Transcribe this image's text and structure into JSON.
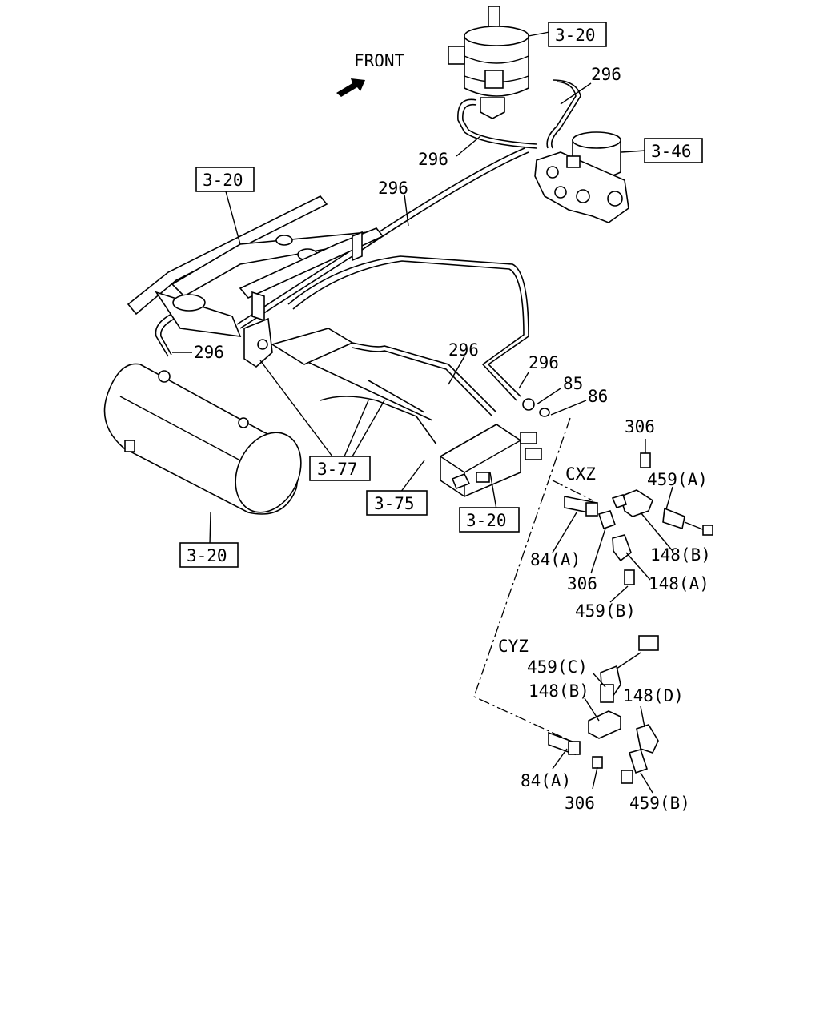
{
  "direction": {
    "front": "FRONT"
  },
  "refs": {
    "r1": "3-20",
    "r2": "3-46",
    "r3": "3-20",
    "r4": "3-77",
    "r5": "3-75",
    "r6": "3-20",
    "r7": "3-20"
  },
  "parts": {
    "p296a": "296",
    "p296b": "296",
    "p296c": "296",
    "p296d": "296",
    "p296e": "296",
    "p296f": "296",
    "p85": "85",
    "p86": "86"
  },
  "cxz": {
    "title": "CXZ",
    "p306a": "306",
    "p459A": "459(A)",
    "p148B": "148(B)",
    "p148A": "148(A)",
    "p84A": "84(A)",
    "p306b": "306",
    "p459B": "459(B)"
  },
  "cyz": {
    "title": "CYZ",
    "p459C": "459(C)",
    "p148B": "148(B)",
    "p148D": "148(D)",
    "p84A": "84(A)",
    "p306": "306",
    "p459B": "459(B)"
  }
}
